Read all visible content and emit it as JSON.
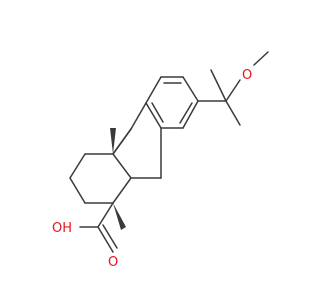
{
  "molecule": {
    "atom_labels": {
      "ether_oxygen": "O",
      "hydroxyl": "OH",
      "carbonyl_oxygen": "O"
    },
    "colors": {
      "bond": "#3a3a3a",
      "heteroatom": "#e8131d",
      "background": "#ffffff"
    }
  }
}
